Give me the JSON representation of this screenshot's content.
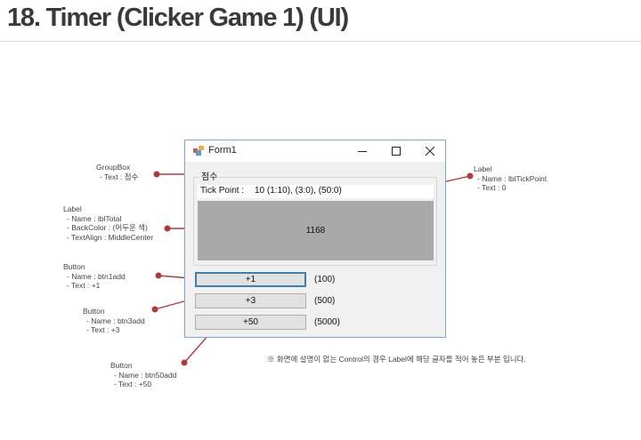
{
  "slide": {
    "title": "18. Timer (Clicker Game 1)  (UI)"
  },
  "window": {
    "title": "Form1",
    "controls": {
      "minimize": "minimize-icon",
      "maximize": "maximize-icon",
      "close": "close-icon"
    }
  },
  "form": {
    "group_caption": "점수",
    "tick_caption": "Tick Point :",
    "tick_value": "10 (1:10), (3:0), (50:0)",
    "total": "1168",
    "total_backcolor": "#a9a9a9",
    "buttons": [
      {
        "label": "+1",
        "cost": "(100)"
      },
      {
        "label": "+3",
        "cost": "(500)"
      },
      {
        "label": "+50",
        "cost": "(5000)"
      }
    ]
  },
  "annotations": {
    "groupbox": {
      "type": "GroupBox",
      "lines": [
        "- Text : 점수"
      ]
    },
    "label_total": {
      "type": "Label",
      "lines": [
        "- Name : lblTotal",
        "- BackColor : (어두운 색)",
        "- TextAlign : MiddleCenter"
      ]
    },
    "btn1": {
      "type": "Button",
      "lines": [
        "- Name : btn1add",
        "- Text : +1"
      ]
    },
    "btn3": {
      "type": "Button",
      "lines": [
        "- Name : btn3add",
        "- Text : +3"
      ]
    },
    "btn50": {
      "type": "Button",
      "lines": [
        "- Name : btn50add",
        "- Text : +50"
      ]
    },
    "label_tick": {
      "type": "Label",
      "lines": [
        "- Name : lblTickPoint",
        "- Text : 0"
      ]
    },
    "marker_color": "#b03a3a"
  },
  "note": "※ 화면에 설명이 없는 Control의 경우 Label에 해당 글자를 적어 놓은 부분 입니다."
}
